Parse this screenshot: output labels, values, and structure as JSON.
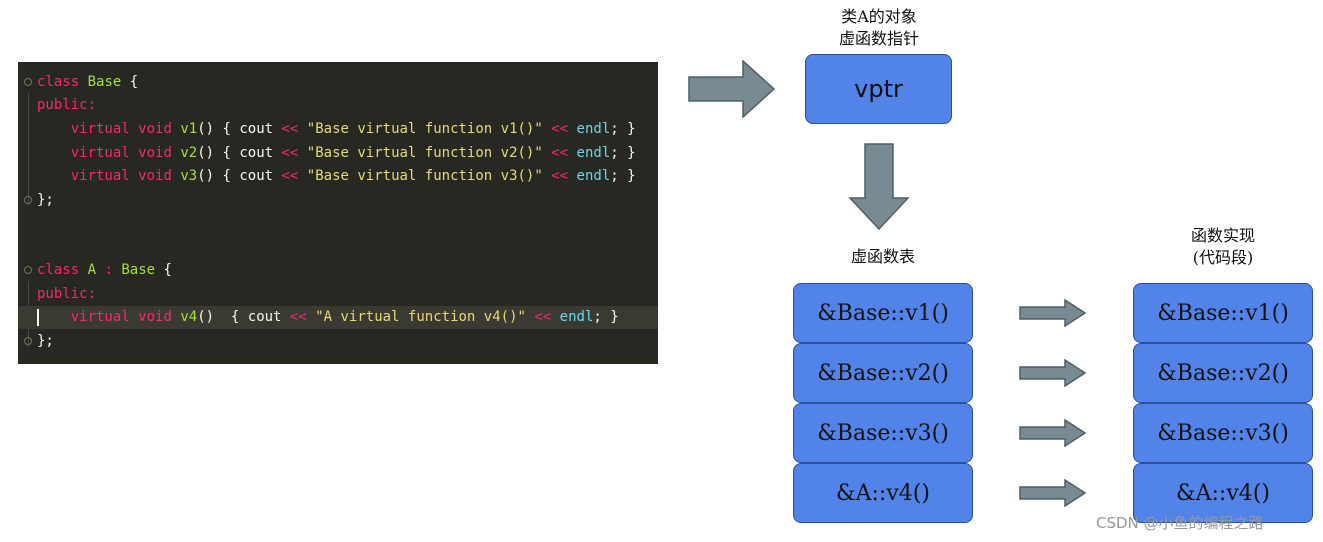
{
  "code": {
    "lines": [
      {
        "tokens": [
          {
            "t": "class",
            "c": "kw"
          },
          {
            "t": " ",
            "c": "plain"
          },
          {
            "t": "Base",
            "c": "cls"
          },
          {
            "t": " {",
            "c": "plain"
          }
        ]
      },
      {
        "tokens": [
          {
            "t": "public:",
            "c": "kw"
          }
        ]
      },
      {
        "tokens": [
          {
            "t": "    ",
            "c": "plain"
          },
          {
            "t": "virtual",
            "c": "kw"
          },
          {
            "t": " ",
            "c": "plain"
          },
          {
            "t": "void",
            "c": "kw"
          },
          {
            "t": " ",
            "c": "plain"
          },
          {
            "t": "v1",
            "c": "fn"
          },
          {
            "t": "() { cout ",
            "c": "plain"
          },
          {
            "t": "<<",
            "c": "op"
          },
          {
            "t": " ",
            "c": "plain"
          },
          {
            "t": "\"Base virtual function v1()\"",
            "c": "str"
          },
          {
            "t": " ",
            "c": "plain"
          },
          {
            "t": "<<",
            "c": "op"
          },
          {
            "t": " ",
            "c": "plain"
          },
          {
            "t": "endl",
            "c": "ty"
          },
          {
            "t": "; }",
            "c": "plain"
          }
        ]
      },
      {
        "tokens": [
          {
            "t": "    ",
            "c": "plain"
          },
          {
            "t": "virtual",
            "c": "kw"
          },
          {
            "t": " ",
            "c": "plain"
          },
          {
            "t": "void",
            "c": "kw"
          },
          {
            "t": " ",
            "c": "plain"
          },
          {
            "t": "v2",
            "c": "fn"
          },
          {
            "t": "() { cout ",
            "c": "plain"
          },
          {
            "t": "<<",
            "c": "op"
          },
          {
            "t": " ",
            "c": "plain"
          },
          {
            "t": "\"Base virtual function v2()\"",
            "c": "str"
          },
          {
            "t": " ",
            "c": "plain"
          },
          {
            "t": "<<",
            "c": "op"
          },
          {
            "t": " ",
            "c": "plain"
          },
          {
            "t": "endl",
            "c": "ty"
          },
          {
            "t": "; }",
            "c": "plain"
          }
        ]
      },
      {
        "tokens": [
          {
            "t": "    ",
            "c": "plain"
          },
          {
            "t": "virtual",
            "c": "kw"
          },
          {
            "t": " ",
            "c": "plain"
          },
          {
            "t": "void",
            "c": "kw"
          },
          {
            "t": " ",
            "c": "plain"
          },
          {
            "t": "v3",
            "c": "fn"
          },
          {
            "t": "() { cout ",
            "c": "plain"
          },
          {
            "t": "<<",
            "c": "op"
          },
          {
            "t": " ",
            "c": "plain"
          },
          {
            "t": "\"Base virtual function v3()\"",
            "c": "str"
          },
          {
            "t": " ",
            "c": "plain"
          },
          {
            "t": "<<",
            "c": "op"
          },
          {
            "t": " ",
            "c": "plain"
          },
          {
            "t": "endl",
            "c": "ty"
          },
          {
            "t": "; }",
            "c": "plain"
          }
        ]
      },
      {
        "tokens": [
          {
            "t": "};",
            "c": "plain"
          }
        ]
      },
      {
        "tokens": []
      },
      {
        "tokens": []
      },
      {
        "tokens": [
          {
            "t": "class",
            "c": "kw"
          },
          {
            "t": " ",
            "c": "plain"
          },
          {
            "t": "A",
            "c": "cls"
          },
          {
            "t": " ",
            "c": "plain"
          },
          {
            "t": ":",
            "c": "op"
          },
          {
            "t": " ",
            "c": "plain"
          },
          {
            "t": "Base",
            "c": "cls"
          },
          {
            "t": " {",
            "c": "plain"
          }
        ]
      },
      {
        "tokens": [
          {
            "t": "public:",
            "c": "kw"
          }
        ]
      },
      {
        "tokens": [
          {
            "t": "    ",
            "c": "plain"
          },
          {
            "t": "virtual",
            "c": "kw"
          },
          {
            "t": " ",
            "c": "plain"
          },
          {
            "t": "void",
            "c": "kw"
          },
          {
            "t": " ",
            "c": "plain"
          },
          {
            "t": "v4",
            "c": "fn"
          },
          {
            "t": "()  { cout ",
            "c": "plain"
          },
          {
            "t": "<<",
            "c": "op"
          },
          {
            "t": " ",
            "c": "plain"
          },
          {
            "t": "\"A virtual function v4()\"",
            "c": "str"
          },
          {
            "t": " ",
            "c": "plain"
          },
          {
            "t": "<<",
            "c": "op"
          },
          {
            "t": " ",
            "c": "plain"
          },
          {
            "t": "endl",
            "c": "ty"
          },
          {
            "t": "; }",
            "c": "plain"
          }
        ]
      },
      {
        "tokens": [
          {
            "t": "};",
            "c": "plain"
          }
        ]
      }
    ]
  },
  "diagram": {
    "object_label_line1": "类A的对象",
    "object_label_line2": "虚函数指针",
    "vptr_label": "vptr",
    "vtable_label": "虚函数表",
    "impl_label_line1": "函数实现",
    "impl_label_line2": "(代码段)",
    "vtable_entries": [
      "&Base::v1()",
      "&Base::v2()",
      "&Base::v3()",
      "&A::v4()"
    ],
    "impl_entries": [
      "&Base::v1()",
      "&Base::v2()",
      "&Base::v3()",
      "&A::v4()"
    ],
    "box_color": "#5183e8",
    "arrow_color": "#7a8a93"
  },
  "watermark": "CSDN @小鱼的编程之路"
}
